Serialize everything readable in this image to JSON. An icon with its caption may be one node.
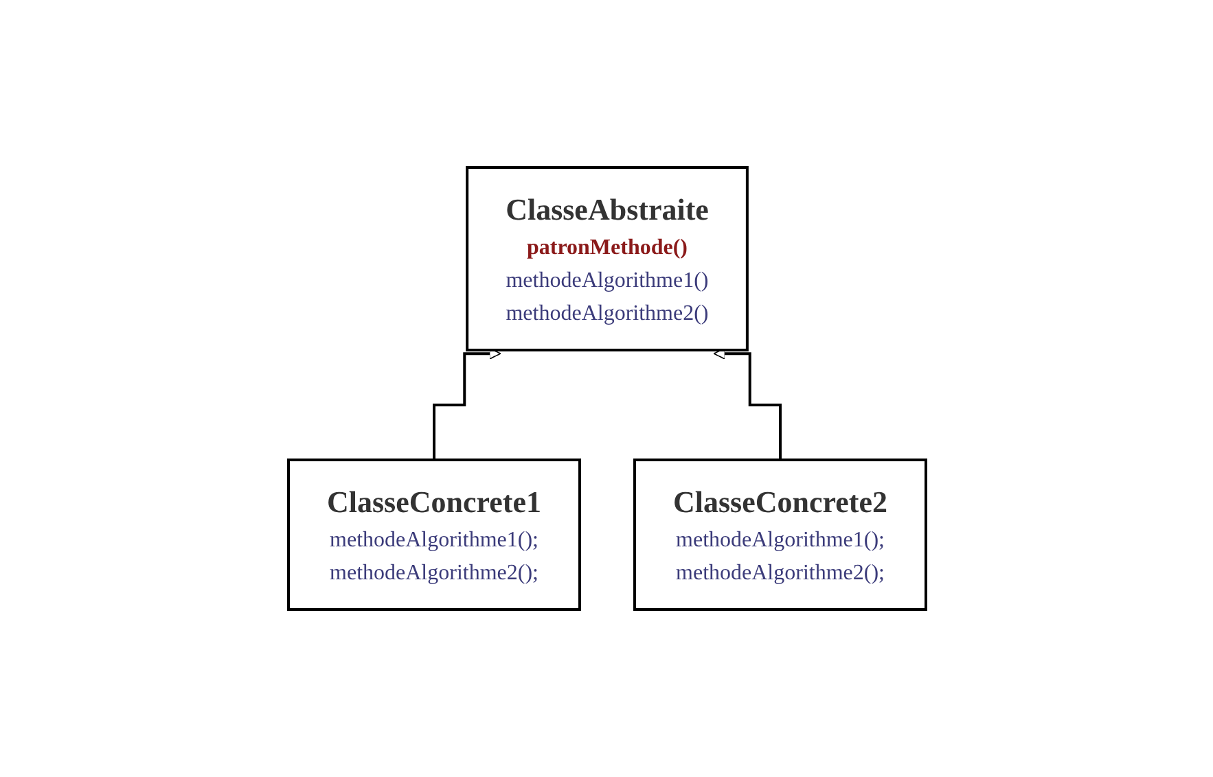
{
  "diagram": {
    "nodes": [
      {
        "text": [
          "ClasseAbstraite",
          "patronMethode()",
          "methodeAlgorithme1()",
          "methodeAlgorithme2()"
        ]
      },
      {
        "text": [
          "ClasseConcrete1",
          "methodeAlgorithme1();",
          "methodeAlgorithme2();"
        ]
      },
      {
        "text": [
          "ClasseConcrete2",
          "methodeAlgorithme1();",
          "methodeAlgorithme2();"
        ]
      }
    ],
    "edges": [
      {
        "from": 1,
        "to": 0,
        "arrow": "to"
      },
      {
        "from": 2,
        "to": 0,
        "arrow": "to"
      }
    ]
  }
}
